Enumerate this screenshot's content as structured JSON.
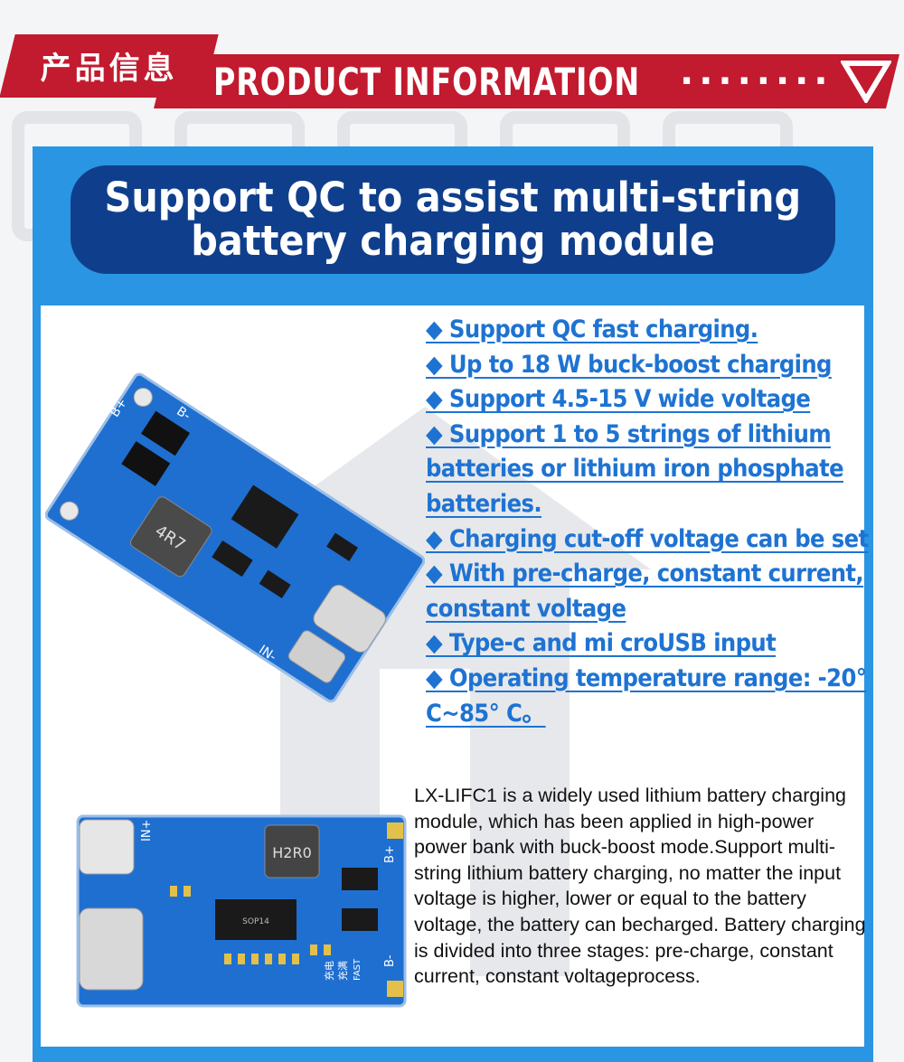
{
  "header": {
    "cn_label": "产品信息",
    "en_label": "PRODUCT INFORMATION",
    "dots": "········",
    "icon": "triangle-down-icon",
    "color": "#c21a2e"
  },
  "panel": {
    "color": "#2a95e3",
    "pill_color": "#0f3f8c"
  },
  "title": {
    "line1": "Support QC to assist multi-string",
    "line2": "battery charging module"
  },
  "features": [
    "◆ Support QC fast charging.",
    "◆ Up to 18 W buck-boost charging",
    "◆ Support 4.5-15 V wide voltage",
    "◆ Support 1 to 5 strings of lithium batteries or lithium iron phosphate batteries.",
    "◆ Charging cut-off voltage can be set",
    "◆ With pre-charge, constant current, constant voltage",
    "◆ Type-c and mi croUSB input",
    "◆ Operating temperature range: -20° C~85° C。"
  ],
  "description": "LX-LIFC1 is a widely used lithium battery charging module, which has been applied in high-power power bank with buck-boost mode.Support multi-string lithium battery charging, no matter the input voltage is higher, lower or equal to the battery voltage, the battery can becharged. Battery charging is divided into three stages: pre-charge, constant current, constant voltageprocess.",
  "board1": {
    "inductor": "4R7",
    "b_plus": "B+",
    "b_minus": "B-",
    "in_minus": "IN-"
  },
  "board2": {
    "inductor": "H2R0",
    "chip": "SOP14",
    "in_plus": "IN+",
    "b_plus": "B+",
    "b_minus": "B-",
    "charge_label": "充电",
    "full_label": "充满",
    "fast_label": "FAST"
  }
}
